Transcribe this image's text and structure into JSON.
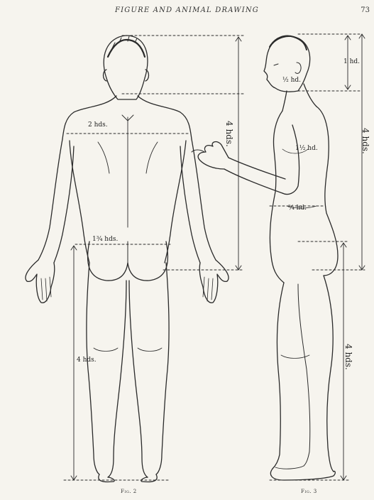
{
  "header": {
    "running_title": "FIGURE AND ANIMAL DRAWING",
    "page_number": "73"
  },
  "figure_back": {
    "shoulder_width_label": "2 hds.",
    "torso_height_label": "4 hds.",
    "hip_width_label": "1¾ hds.",
    "leg_length_label": "4 hds.",
    "caption": "Fig. 2"
  },
  "figure_side": {
    "head_label": "1 hd.",
    "chin_label": "½ hd.",
    "arm_label": "1½ hd.",
    "waist_label": "¾ hd.",
    "torso_height_label": "4 hds.",
    "leg_length_label": "4 hds.",
    "caption": "Fig. 3"
  },
  "colors": {
    "paper": "#f6f4ee",
    "ink": "#2a2a2a"
  }
}
